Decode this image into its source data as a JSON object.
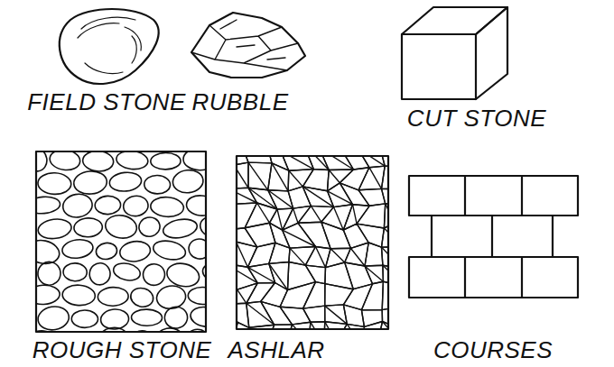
{
  "diagram": {
    "labels": [
      "FIELD STONE",
      "RUBBLE",
      "CUT STONE",
      "ROUGH STONE",
      "ASHLAR",
      "COURSES"
    ]
  }
}
